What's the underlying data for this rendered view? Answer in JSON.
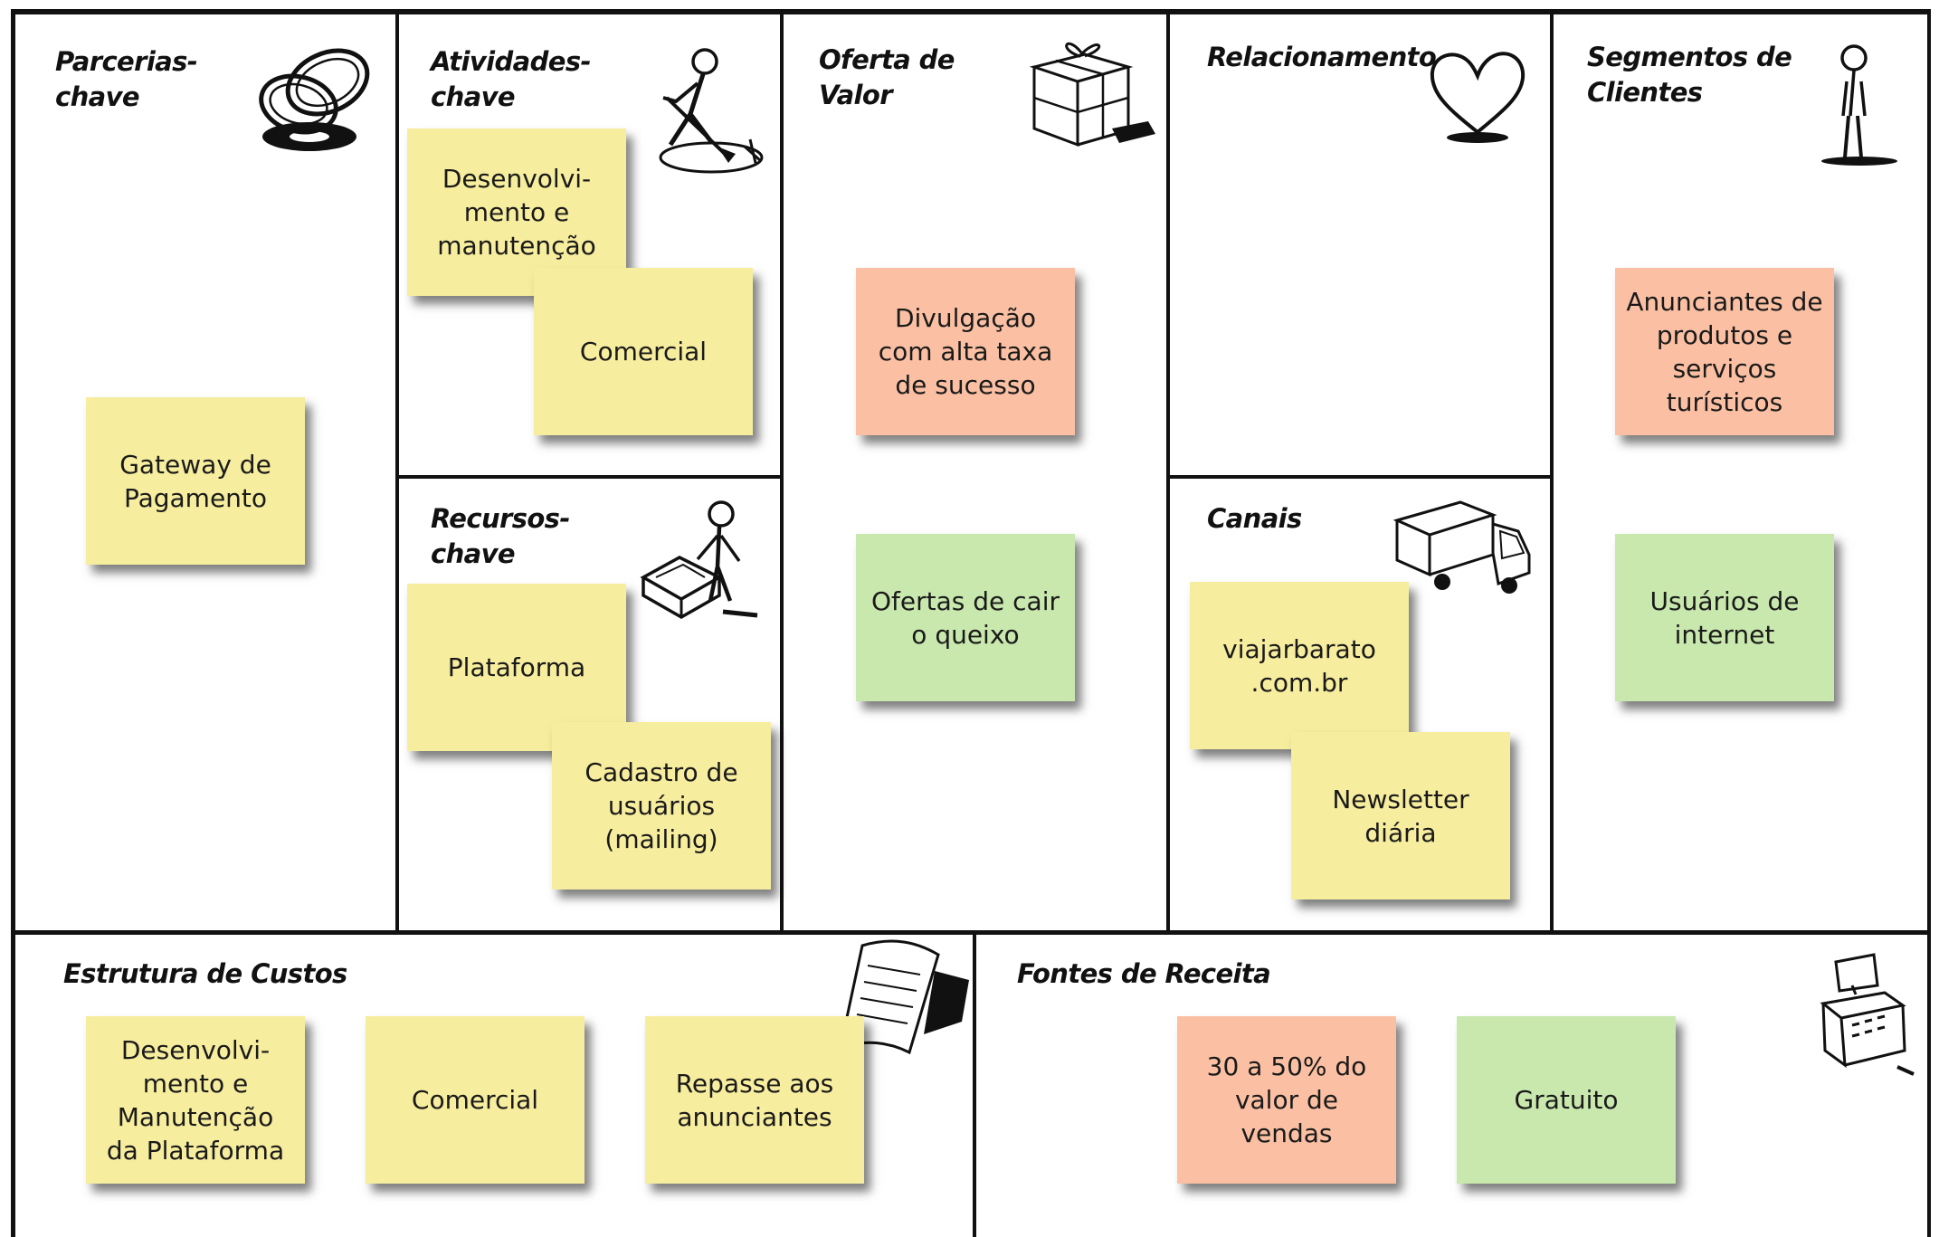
{
  "colors": {
    "yellow": "#f7ed9e",
    "salmon": "#fbc0a3",
    "green": "#c9e8ae",
    "line": "#111111"
  },
  "blocks": {
    "parcerias": {
      "title": "Parcerias-\nchave",
      "icon": "rings-icon",
      "notes": [
        "Gateway de\nPagamento"
      ]
    },
    "atividades": {
      "title": "Atividades-\nchave",
      "icon": "worker-digging-icon",
      "notes": [
        "Desenvolvi-\nmento e\nmanutenção",
        "Comercial"
      ]
    },
    "recursos": {
      "title": "Recursos-\nchave",
      "icon": "worker-with-machine-icon",
      "notes": [
        "Plataforma",
        "Cadastro de\nusuários\n(mailing)"
      ]
    },
    "oferta": {
      "title": "Oferta de\nValor",
      "icon": "gift-box-icon",
      "notes": [
        "Divulgação\ncom alta taxa\nde sucesso",
        "Ofertas de cair\no queixo"
      ]
    },
    "relacionamento": {
      "title": "Relacionamento",
      "icon": "heart-icon",
      "notes": []
    },
    "canais": {
      "title": "Canais",
      "icon": "truck-icon",
      "notes": [
        "viajarbarato\n.com.br",
        "Newsletter\ndiária"
      ]
    },
    "segmentos": {
      "title": "Segmentos de\nClientes",
      "icon": "person-standing-icon",
      "notes": [
        "Anunciantes de\nprodutos e\nserviços\nturísticos",
        "Usuários de\ninternet"
      ]
    },
    "custos": {
      "title": "Estrutura de Custos",
      "icon": "receipt-paper-icon",
      "notes": [
        "Desenvolvi-\nmento e\nManutenção\nda Plataforma",
        "Comercial",
        "Repasse aos\nanunciantes"
      ]
    },
    "receita": {
      "title": "Fontes de Receita",
      "icon": "cash-register-icon",
      "notes": [
        "30 a 50% do\nvalor de\nvendas",
        "Gratuito"
      ]
    }
  }
}
